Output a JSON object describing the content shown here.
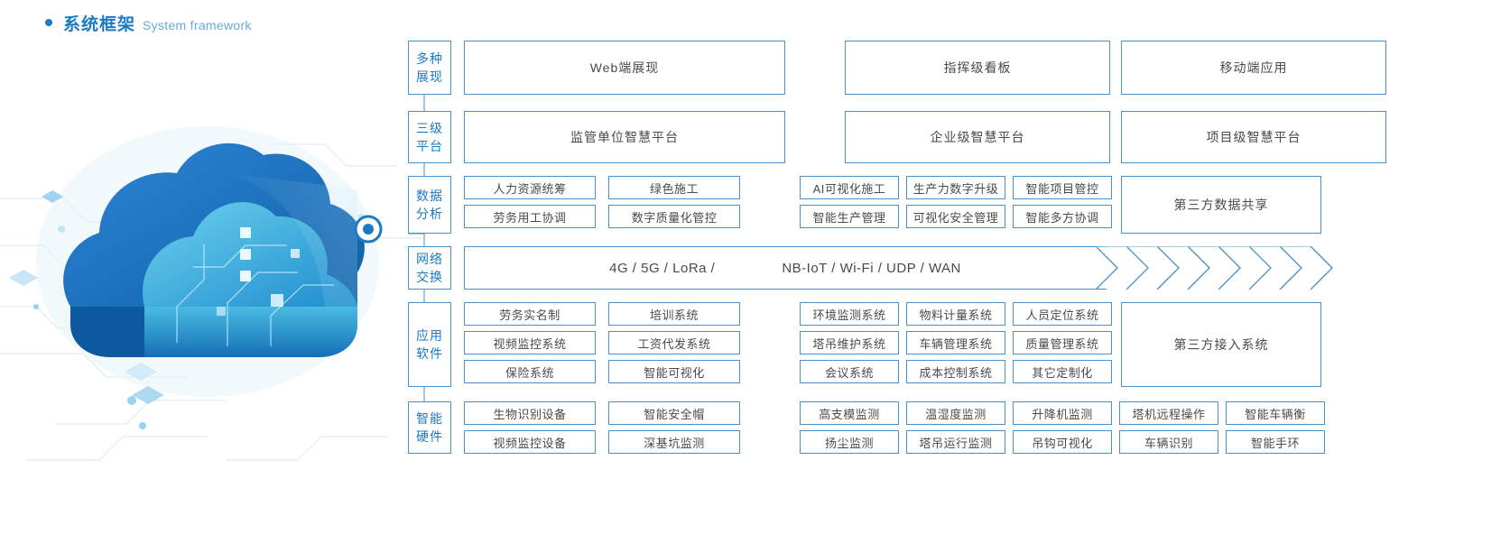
{
  "heading": {
    "bullet": "bullet-dot",
    "cn": "系统框架",
    "en": "System framework"
  },
  "colors": {
    "accent": "#1b7ac4",
    "border": "#4a90c8",
    "text": "#4a4a4a",
    "heading_en": "#6aa8d8"
  },
  "rows": [
    {
      "tag": "多种展现",
      "tag_line1": "多种",
      "tag_line2": "展现",
      "boxes": [
        "Web端展现",
        "指挥级看板",
        "移动端应用"
      ]
    },
    {
      "tag": "三级平台",
      "tag_line1": "三级",
      "tag_line2": "平台",
      "boxes": [
        "监管单位智慧平台",
        "企业级智慧平台",
        "项目级智慧平台"
      ]
    },
    {
      "tag": "数据分析",
      "tag_line1": "数据",
      "tag_line2": "分析",
      "left": [
        [
          "人力资源统筹",
          "绿色施工"
        ],
        [
          "劳务用工协调",
          "数字质量化管控"
        ]
      ],
      "mid": [
        [
          "AI可视化施工",
          "生产力数字升级",
          "智能项目管控"
        ],
        [
          "智能生产管理",
          "可视化安全管理",
          "智能多方协调"
        ]
      ],
      "right": "第三方数据共享"
    },
    {
      "tag": "网络交换",
      "tag_line1": "网络",
      "tag_line2": "交换",
      "net_left": "4G / 5G / LoRa /",
      "net_right": "NB-IoT / Wi-Fi / UDP / WAN",
      "chevron_count": 8
    },
    {
      "tag": "应用软件",
      "tag_line1": "应用",
      "tag_line2": "软件",
      "left": [
        [
          "劳务实名制",
          "培训系统"
        ],
        [
          "视频监控系统",
          "工资代发系统"
        ],
        [
          "保险系统",
          "智能可视化"
        ]
      ],
      "mid": [
        [
          "环境监测系统",
          "物料计量系统",
          "人员定位系统"
        ],
        [
          "塔吊维护系统",
          "车辆管理系统",
          "质量管理系统"
        ],
        [
          "会议系统",
          "成本控制系统",
          "其它定制化"
        ]
      ],
      "right": "第三方接入系统"
    },
    {
      "tag": "智能硬件",
      "tag_line1": "智能",
      "tag_line2": "硬件",
      "left": [
        [
          "生物识别设备",
          "智能安全帽"
        ],
        [
          "视频监控设备",
          "深基坑监测"
        ]
      ],
      "mid": [
        [
          "高支模监测",
          "温湿度监测",
          "升降机监测"
        ],
        [
          "扬尘监测",
          "塔吊运行监测",
          "吊钩可视化"
        ]
      ],
      "right": [
        [
          "塔机远程操作",
          "智能车辆衡"
        ],
        [
          "车辆识别",
          "智能手环"
        ]
      ]
    }
  ],
  "artwork": {
    "name": "cloud-network-illustration",
    "node_label": "network-node"
  }
}
